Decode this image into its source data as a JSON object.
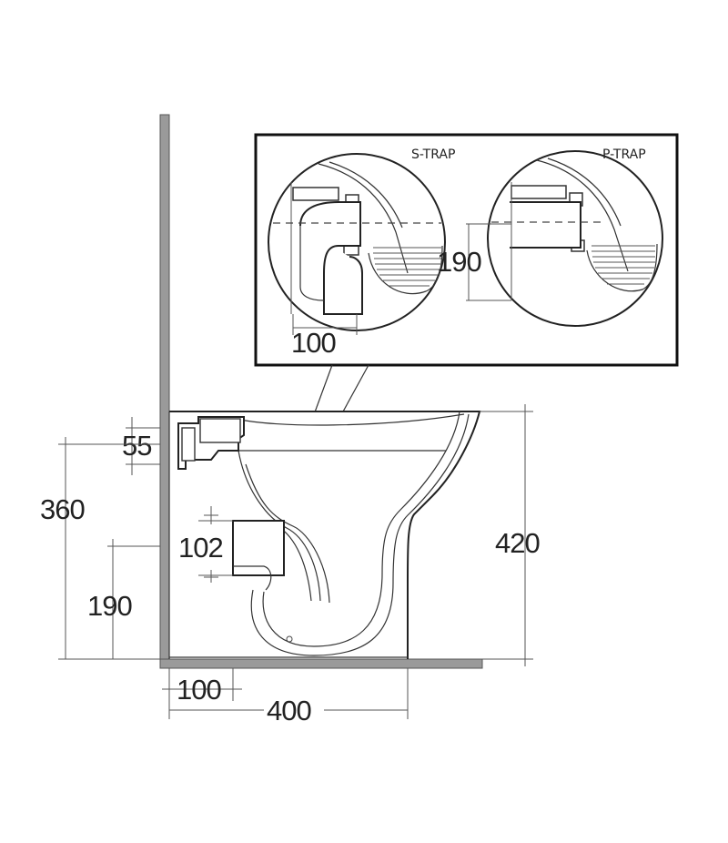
{
  "detail": {
    "s_trap_label": "S-TRAP",
    "p_trap_label": "P-TRAP",
    "s_trap_outlet_dim": "100",
    "p_trap_outlet_height_dim": "190"
  },
  "dimensions": {
    "inlet_offset": "55",
    "inlet_height": "360",
    "outlet_diameter": "102",
    "outlet_height": "190",
    "total_height": "420",
    "wall_to_outlet": "100",
    "total_depth": "400"
  }
}
